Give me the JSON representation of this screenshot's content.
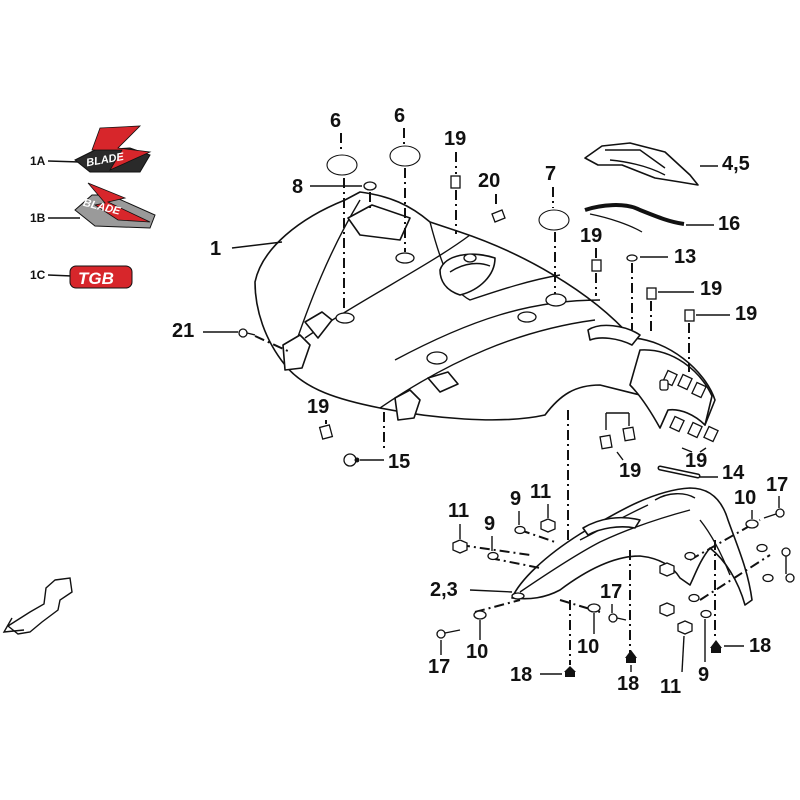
{
  "decals": {
    "d1a": {
      "code": "1A",
      "text": "BLADE"
    },
    "d1b": {
      "code": "1B",
      "text": "BLADE"
    },
    "d1c": {
      "code": "1C",
      "text": "TGB"
    },
    "colors": {
      "red": "#d7262b",
      "dark": "#2a2a2a",
      "gray": "#9a9a9a"
    }
  },
  "callouts": {
    "p1": "1",
    "p45": "4,5",
    "p6a": "6",
    "p6b": "6",
    "p7": "7",
    "p8": "8",
    "p13": "13",
    "p15": "15",
    "p16": "16",
    "p19a": "19",
    "p19b": "19",
    "p19c": "19",
    "p19d": "19",
    "p19e": "19",
    "p19f": "19",
    "p19g": "19",
    "p20": "20",
    "p21": "21",
    "p14": "14",
    "p23": "2,3",
    "p11a": "11",
    "p9a": "9",
    "p9b": "9",
    "p11b": "11",
    "p10a": "10",
    "p17a": "17",
    "p17b": "17",
    "p10b": "10",
    "p17c": "17",
    "p10c": "10",
    "p18a": "18",
    "p18b": "18",
    "p11c": "11",
    "p9c": "9",
    "p18c": "18"
  },
  "icons": {
    "direction": "front-arrow-icon"
  }
}
